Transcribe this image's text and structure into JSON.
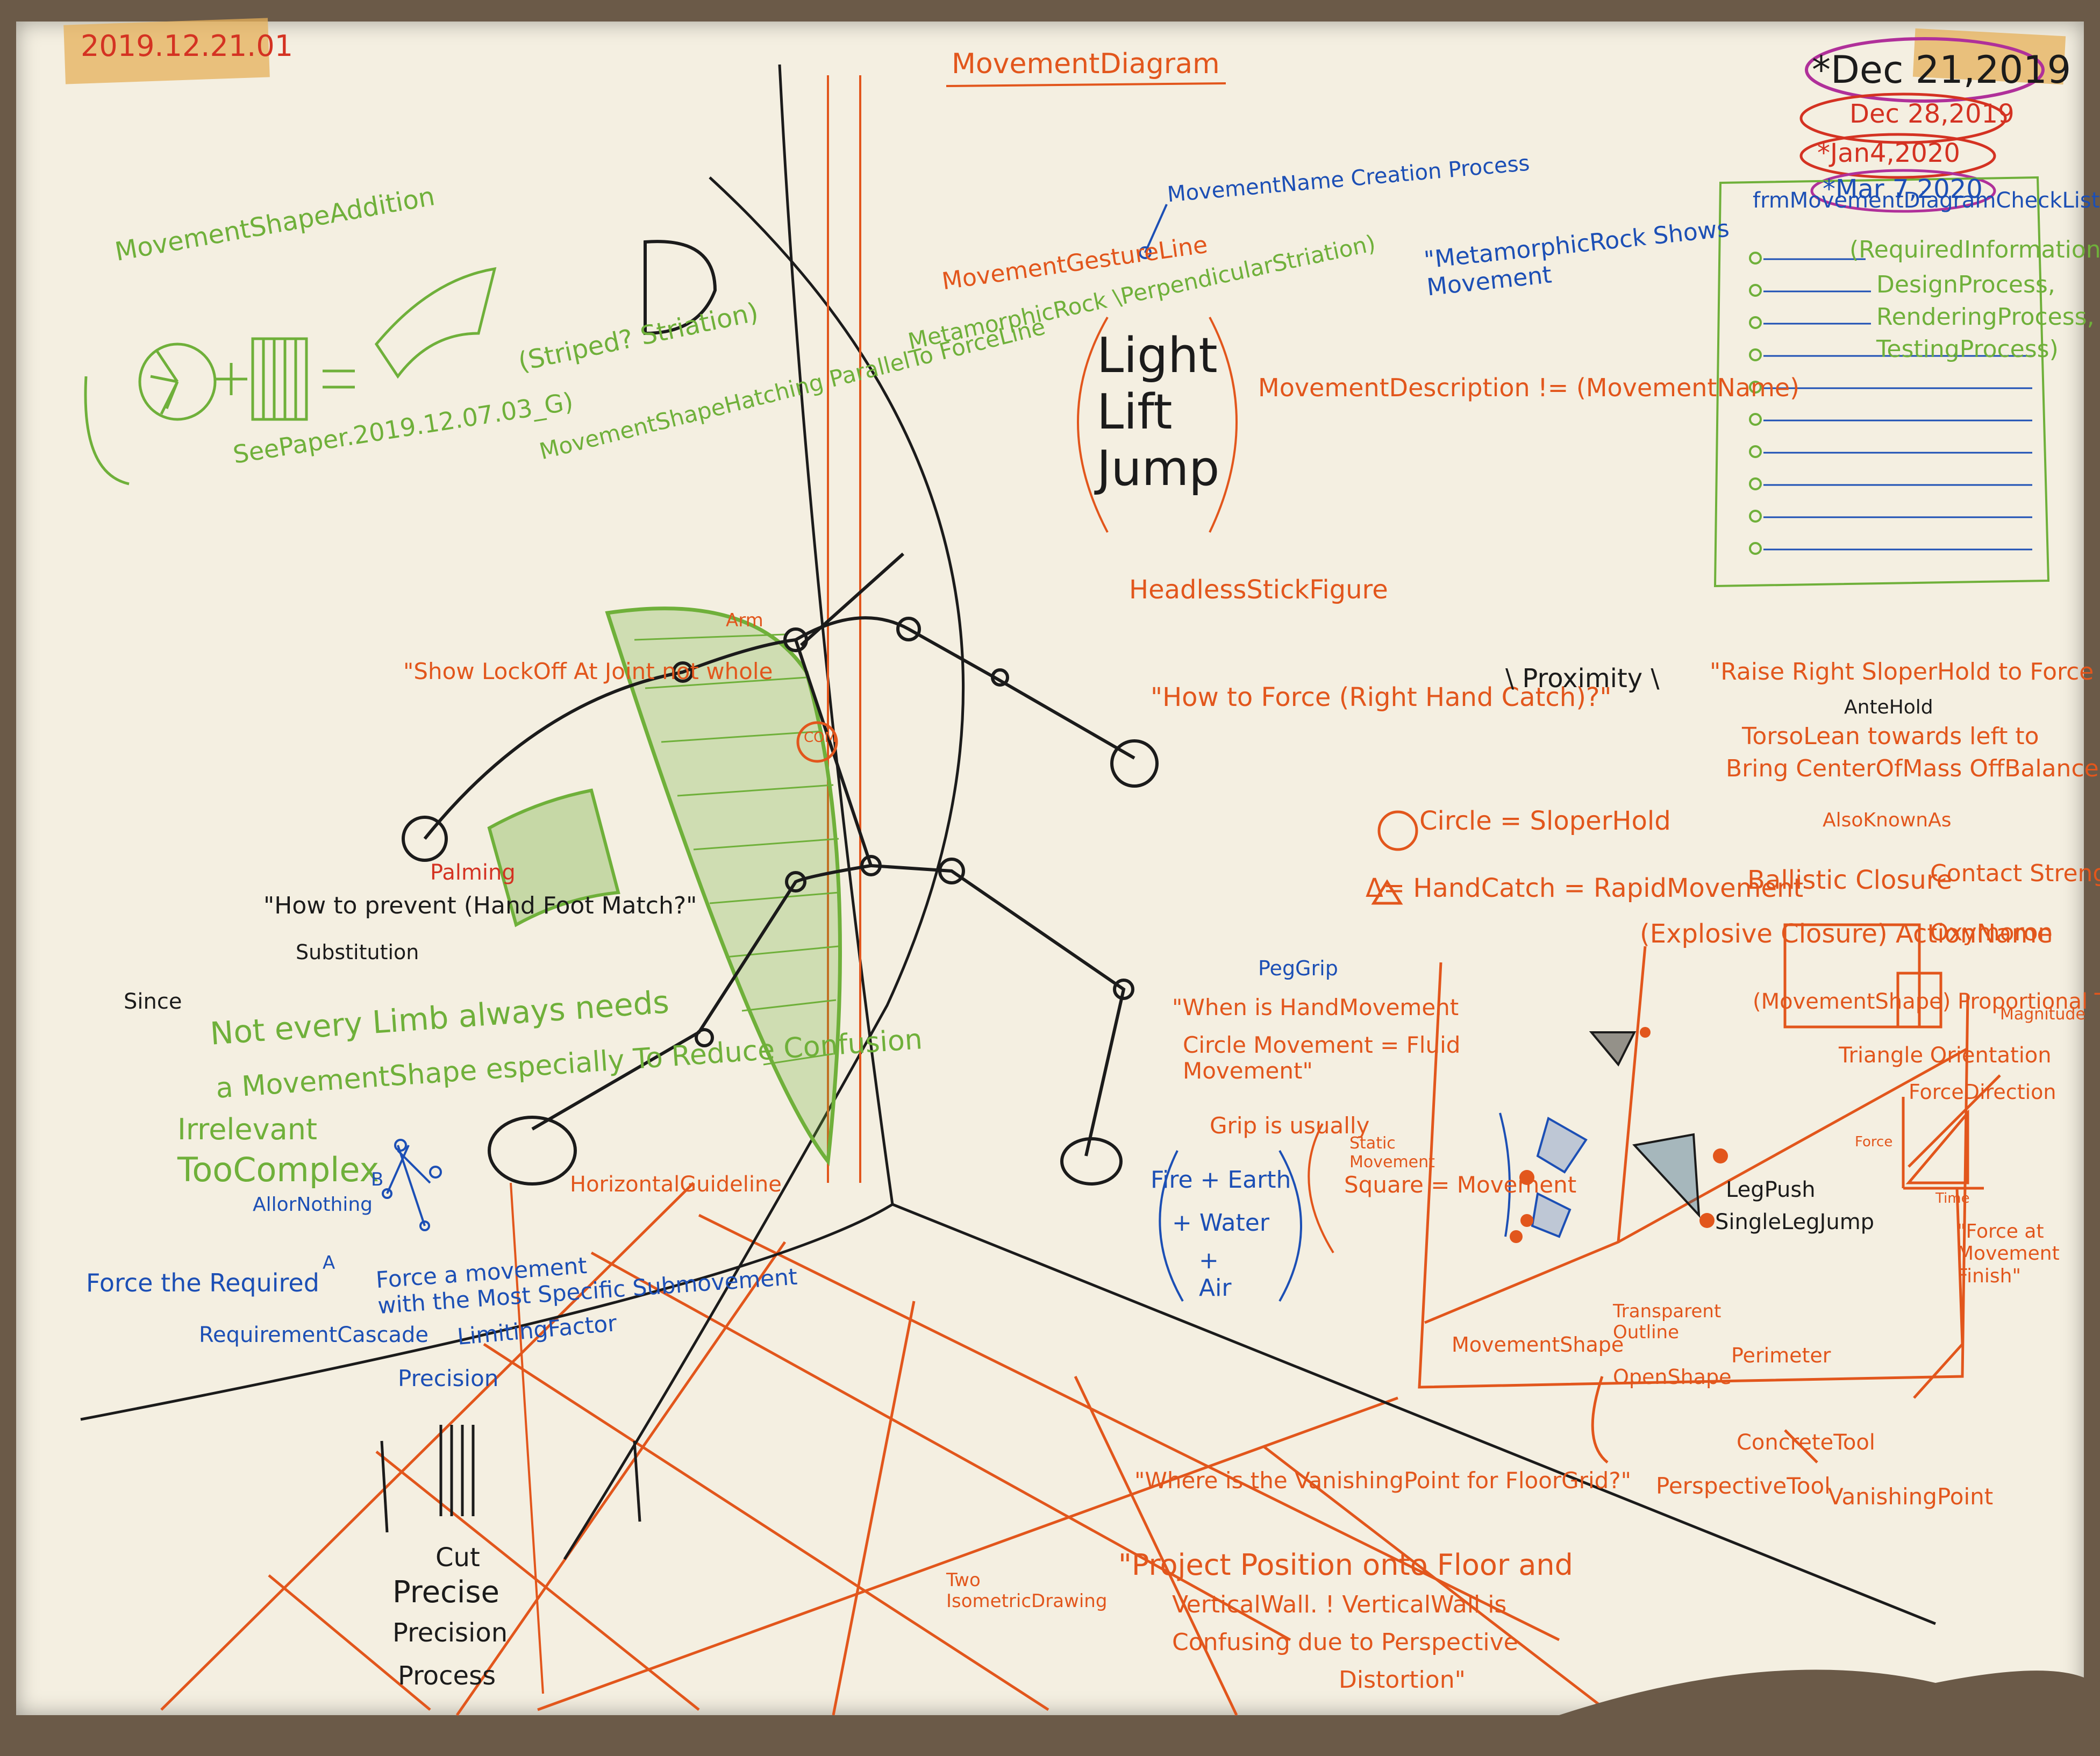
{
  "header": {
    "id": "2019.12.21.01",
    "title": "MovementDiagram"
  },
  "dates": [
    "*Dec 21,2019",
    "Dec 28,2019",
    "*Jan4,2020",
    "*Mar 7,2020"
  ],
  "checklist": {
    "title": "frmMovementDiagramCheckList",
    "items": [
      "(RequiredInformation,",
      "DesignProcess,",
      "RenderingProcess,",
      "TestingProcess)"
    ]
  },
  "notes": {
    "shape_addition": "MovementShapeAddition",
    "see_paper": "SeePaper.2019.12.07.03_G)",
    "striped": "(Striped? Striation)",
    "shape_hatching": "MovementShapeHatching ParallelTo ForceLine",
    "metamorphic_rock": "MetamorphicRock \\PerpendicularStriation)",
    "metamorphic_quote": "\"MetamorphicRock Shows\nMovement",
    "gesture_line": "MovementGestureLine",
    "name_creation": "MovementName Creation Process",
    "light": "Light",
    "lift": "Lift",
    "jump": "Jump",
    "description": "MovementDescription != (MovementName)",
    "headless": "HeadlessStickFigure",
    "show_lockoff": "\"Show LockOff At Joint not whole",
    "arm": "Arm",
    "com": "COM",
    "palming": "Palming",
    "how_prevent": "\"How to prevent (Hand Foot Match?\"",
    "substitution": "Substitution",
    "since": "Since",
    "not_every_1": "Not every Limb always needs",
    "not_every_2": "a MovementShape especially To Reduce Confusion",
    "irrelevant": "Irrelevant",
    "too_complex": "TooComplex",
    "all_or_nothing": "AllorNothing",
    "force_required": "Force the Required",
    "force_movement": "Force a movement\nwith the Most Specific Submovement",
    "limiting": "LimitingFactor",
    "cascade": "RequirementCascade",
    "precision": "Precision",
    "horizontal": "HorizontalGuideline",
    "how_force": "\"How to Force (Right Hand Catch)?\"",
    "proximity": "\\ Proximity \\",
    "raise_1": "\"Raise Right SloperHold to Force",
    "anti_hold": "AnteHold",
    "raise_2": "TorsoLean towards left to",
    "raise_3": "Bring CenterOfMass OffBalance\"",
    "circle_sloper": "Circle = SloperHold",
    "hand_catch": "Δ= HandCatch = RapidMovement",
    "also_known": "AlsoKnownAs",
    "ballistic": "Ballistic Closure",
    "contact_strength": "Contact Strength",
    "explosive": "(Explosive Closure) ActionName",
    "oxymoron": "Oxymoron",
    "peg_grip": "PegGrip",
    "when_is": "\"When is HandMovement",
    "circle_fluid": "Circle Movement = Fluid\nMovement\"",
    "grip_usually": "Grip is usually",
    "static_movement": "Static\nMovement",
    "square_movement": "Square = Movement",
    "fire_earth": "Fire + Earth",
    "water": "+ Water",
    "air": "+\nAir",
    "shape_proportional": "(MovementShape) Proportional To Force",
    "magnitude": "Magnitude",
    "triangle_orient": "Triangle Orientation",
    "force_direction": "ForceDirection",
    "force_label": "Force",
    "time_label": "Time",
    "force_finish": "\"Force at\nMovement\nFinish\"",
    "leg_push": "LegPush",
    "single_leg": "SingleLegJump",
    "movement_shape": "MovementShape",
    "transparent": "Transparent\nOutline",
    "open_shape": "OpenShape",
    "perimeter": "Perimeter",
    "concrete_tool": "ConcreteTool",
    "vanishing_q": "\"Where is the VanishingPoint for FloorGrid?\"",
    "perspective_tool": "PerspectiveTool",
    "vanishing_point": "VanishingPoint",
    "two_iso": "Two\nIsometricDrawing",
    "project_1": "\"Project Position onto Floor and",
    "project_2": "VerticalWall. ! VerticalWall is",
    "project_3": "Confusing due to Perspective",
    "project_4": "Distortion\"",
    "cut": "Cut",
    "precise": "Precise",
    "precision_list": "Precision",
    "process": "Process",
    "a_label": "A",
    "b_label": "B"
  },
  "colors": {
    "orange_marker": "#e2561c",
    "green_marker": "#6fb03a",
    "blue_marker": "#1c4fb5",
    "black_marker": "#1b1b1b",
    "purple_marker": "#b0309a",
    "paper": "#f4efe1"
  }
}
